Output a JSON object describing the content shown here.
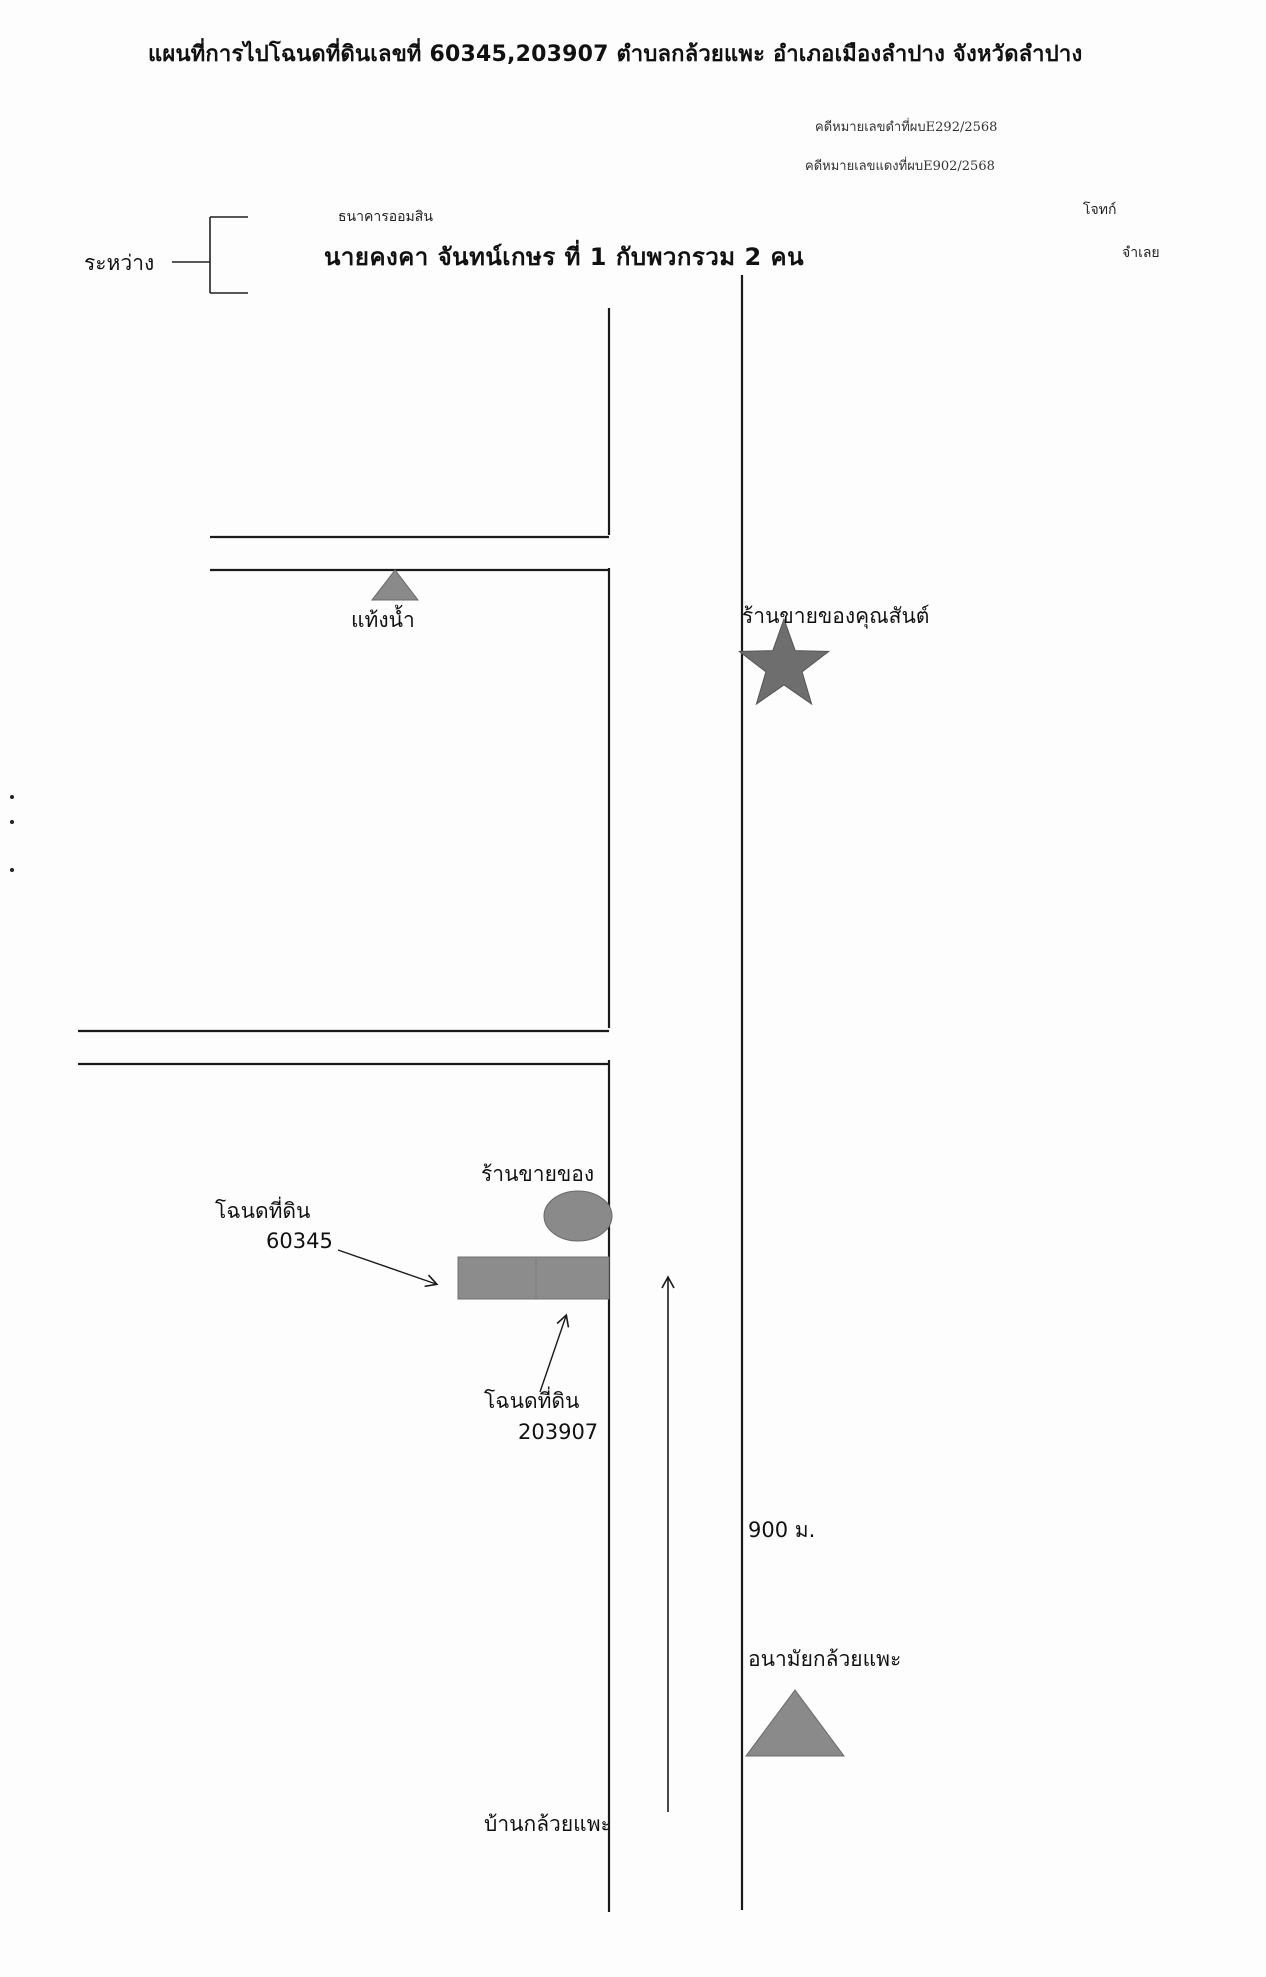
{
  "title": "แผนที่การไปโฉนดที่ดินเลขที่ 60345,203907  ตำบลกล้วยแพะ  อำเภอเมืองลำปาง  จังหวัดลำปาง",
  "case_numbers": {
    "black_case": "คดีหมายเลขดำที่ผบE292/2568",
    "red_case": "คดีหมายเลขแดงที่ผบE902/2568"
  },
  "parties": {
    "between_label": "ระหว่าง",
    "plaintiff": "ธนาคารออมสิน",
    "plaintiff_role": "โจทก์",
    "defendant": "นายคงคา  จันทน์เกษร  ที่ 1  กับพวกรวม 2  คน",
    "defendant_role": "จำเลย"
  },
  "landmarks": {
    "water_tank": "แท้งน้ำ",
    "shop_star": "ร้านขายของคุณสันต์",
    "shop_circle": "ร้านขายของ",
    "deed_60345_line1": "โฉนดที่ดิน",
    "deed_60345_line2": "60345",
    "deed_203907_line1": "โฉนดที่ดิน",
    "deed_203907_line2": "203907",
    "distance": "900  ม.",
    "health_center": "อนามัยกล้วยแพะ",
    "village": "บ้านกล้วยแพะ"
  },
  "colors": {
    "road_line": "#1a1a1a",
    "marker_fill": "#8a8a8a",
    "star_fill": "#6e6e6e"
  },
  "icons": {
    "water_tank": "triangle-icon",
    "shop_star": "star-icon",
    "shop_circle": "circle-icon",
    "land_plot": "rectangle-icon",
    "health_center": "triangle-icon",
    "direction": "arrow-up-icon"
  }
}
